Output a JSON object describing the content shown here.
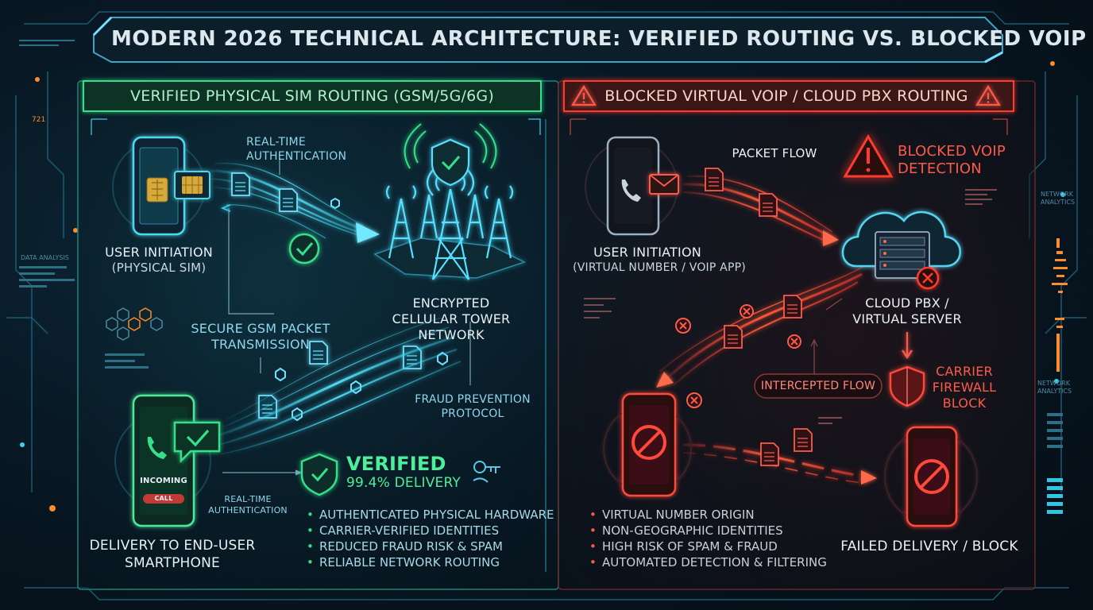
{
  "title": "MODERN 2026 TECHNICAL ARCHITECTURE: VERIFIED ROUTING VS. BLOCKED VOIP",
  "left": {
    "header": "VERIFIED PHYSICAL SIM ROUTING (GSM/5G/6G)",
    "rt_auth_top": "REAL-TIME AUTHENTICATION",
    "user_initiation": "USER INITIATION",
    "user_initiation_sub": "(PHYSICAL SIM)",
    "tower_label": "ENCRYPTED CELLULAR TOWER NETWORK",
    "secure_label": "SECURE GSM PACKET TRANSMISSION",
    "fraud_label": "FRAUD PREVENTION PROTOCOL",
    "incoming": "INCOMING",
    "call": "CALL",
    "rt_auth_bottom": "REAL-TIME AUTHENTICATION",
    "verified": "VERIFIED",
    "delivery_rate": "99.4% DELIVERY",
    "delivery_label": "DELIVERY TO END-USER SMARTPHONE",
    "features": [
      "AUTHENTICATED PHYSICAL HARDWARE",
      "CARRIER-VERIFIED IDENTITIES",
      "REDUCED FRAUD RISK & SPAM",
      "RELIABLE NETWORK ROUTING"
    ],
    "side_counter": "721",
    "side_label": "DATA ANALYSIS"
  },
  "right": {
    "header": "BLOCKED VIRTUAL VOIP / CLOUD PBX ROUTING",
    "packet_flow": "PACKET FLOW",
    "blocked_detection": "BLOCKED VOIP DETECTION",
    "user_initiation": "USER INITIATION",
    "user_initiation_sub": "(VIRTUAL NUMBER / VOIP APP)",
    "cloud_label": "CLOUD PBX / VIRTUAL SERVER",
    "carrier_label": "CARRIER FIREWALL BLOCK",
    "intercepted": "INTERCEPTED FLOW",
    "failed": "FAILED DELIVERY / BLOCK",
    "features": [
      "VIRTUAL NUMBER ORIGIN",
      "NON-GEOGRAPHIC IDENTITIES",
      "HIGH RISK OF SPAM & FRAUD",
      "AUTOMATED DETECTION & FILTERING"
    ],
    "side_label_top": "NETWORK ANALYTICS",
    "side_label_bottom": "NETWORK ANALYTICS"
  },
  "colors": {
    "accent_cyan": "#35d4f0",
    "accent_green": "#35e08a",
    "accent_red": "#ff3b2e",
    "background": "#06121c"
  }
}
